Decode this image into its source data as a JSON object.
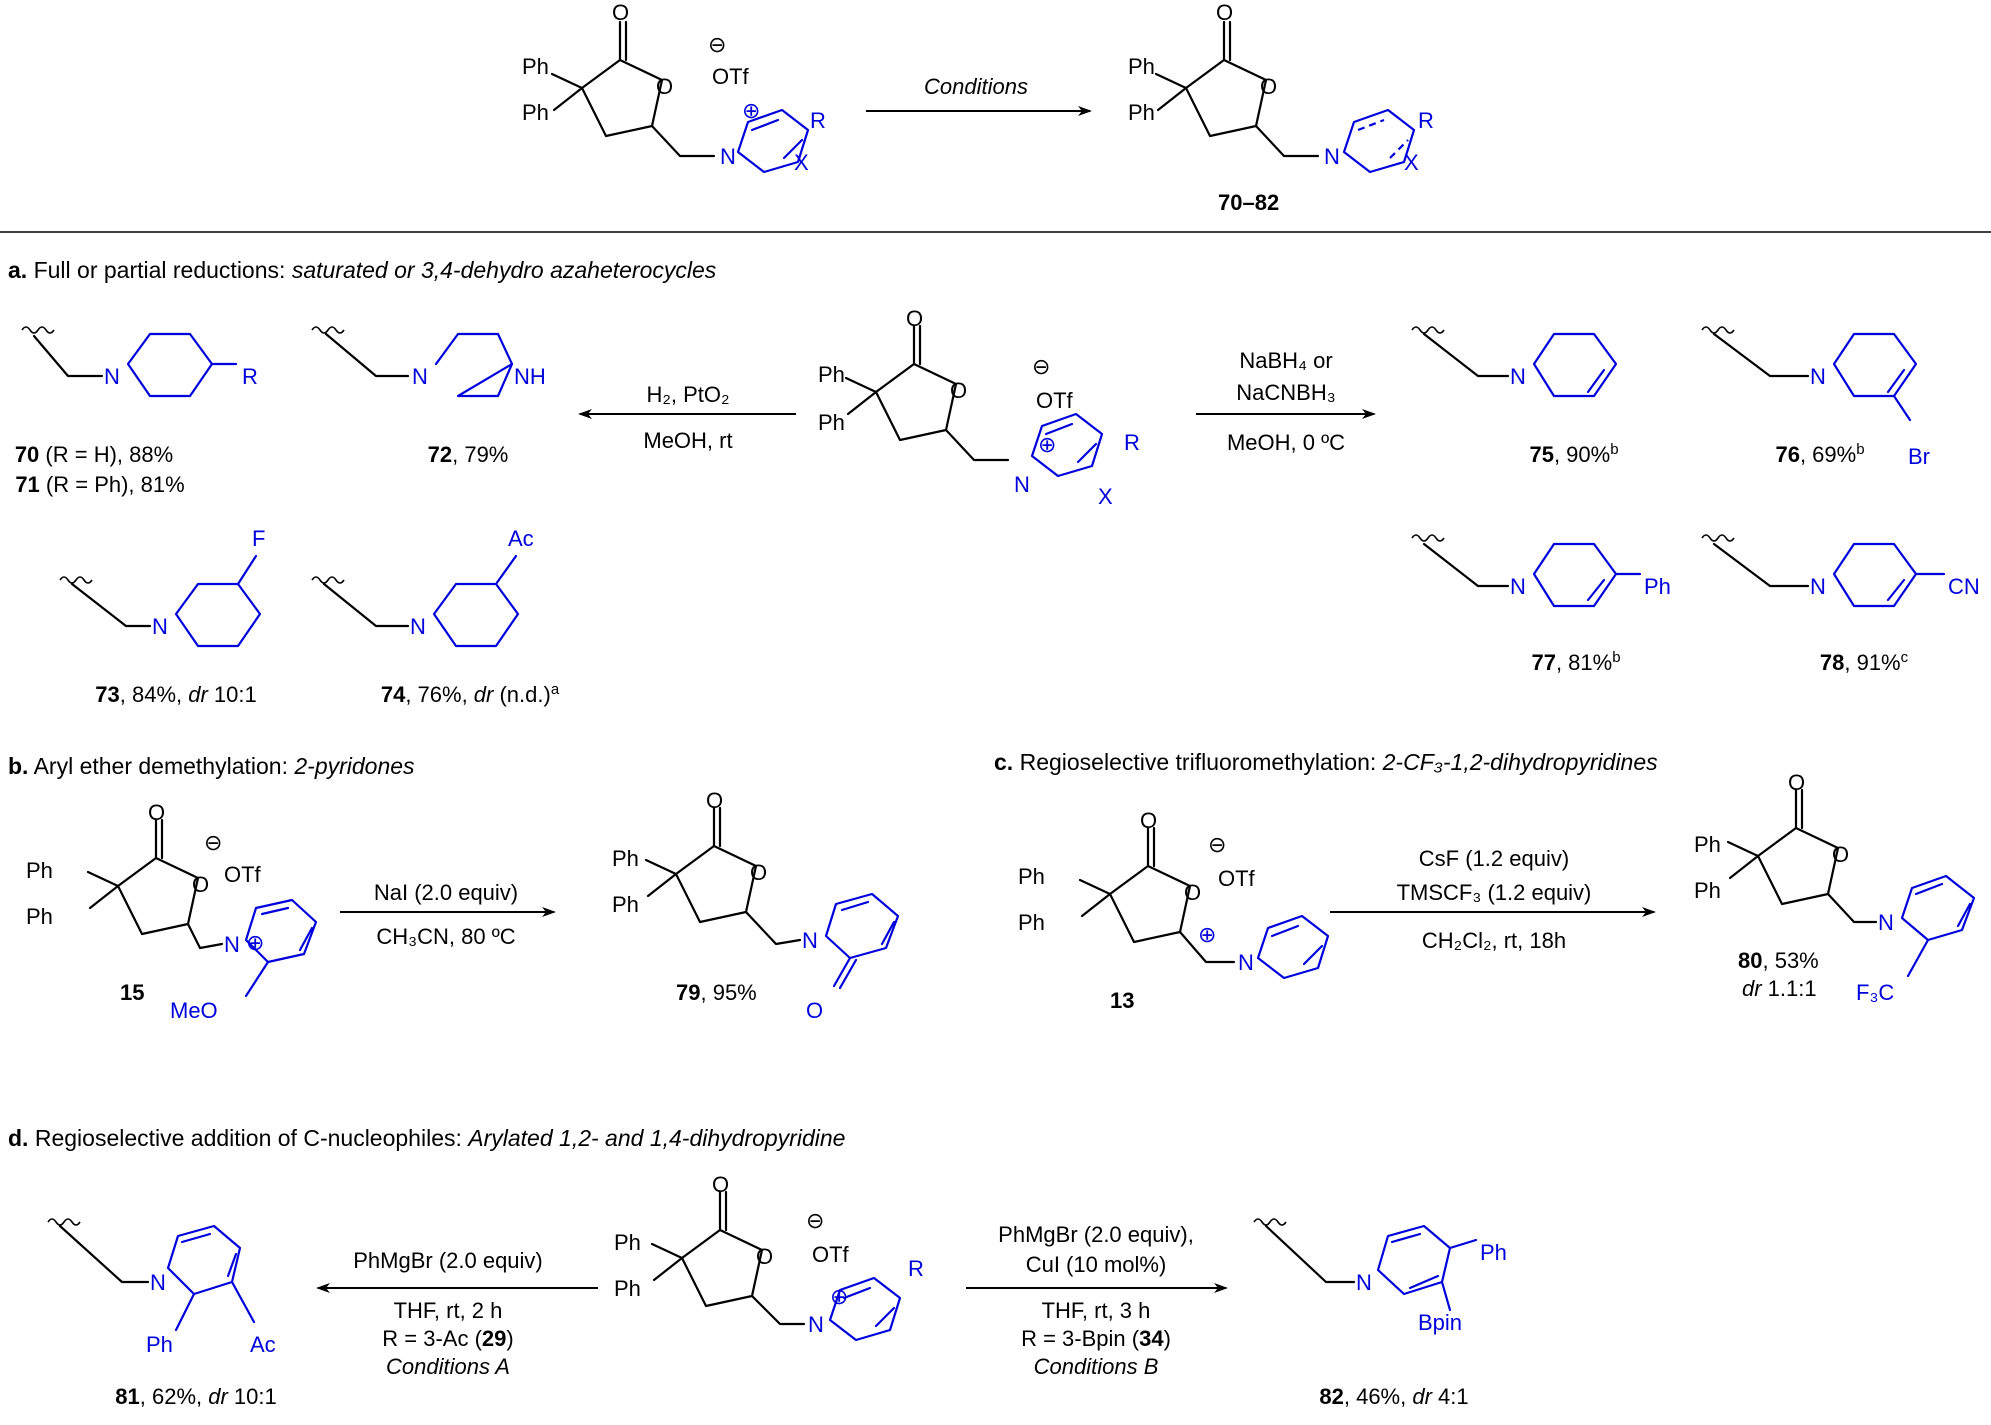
{
  "labels": {
    "O": "O",
    "N": "N",
    "Ph": "Ph",
    "R": "R",
    "X": "X",
    "plus": "⊕",
    "minus": "⊖",
    "OTf": "OTf",
    "NH": "NH",
    "F": "F",
    "Ac": "Ac",
    "Br": "Br",
    "CN": "CN",
    "MeO": "MeO",
    "F3C": "F₃C",
    "Bpin": "Bpin"
  },
  "header": {
    "conditions": "Conditions",
    "product_label": "70–82"
  },
  "section_a": {
    "letter": "a.",
    "title": " Full or partial reductions: ",
    "subtitle": "saturated or 3,4-dehydro azaheterocycles",
    "left_reagents": "H₂, PtO₂",
    "left_conditions": "MeOH, rt",
    "right_reagents_1": "NaBH₄ or",
    "right_reagents_2": "NaCNBH₃",
    "right_conditions": "MeOH, 0 ºC"
  },
  "section_b": {
    "letter": "b.",
    "title": " Aryl ether demethylation: ",
    "subtitle": "2-pyridones",
    "reagents": "NaI (2.0 equiv)",
    "conditions": "CH₃CN, 80 ºC"
  },
  "section_c": {
    "letter": "c.",
    "title": " Regioselective trifluoromethylation: ",
    "subtitle": "2-CF₃-1,2-dihydropyridines",
    "reagents_1": "CsF (1.2 equiv)",
    "reagents_2": "TMSCF₃ (1.2 equiv)",
    "conditions": "CH₂Cl₂, rt, 18h"
  },
  "section_d": {
    "letter": "d.",
    "title": " Regioselective addition of C-nucleophiles: ",
    "subtitle": "Arylated 1,2- and 1,4-dihydropyridine",
    "left_reagents": "PhMgBr (2.0 equiv)",
    "left_conditions": "THF, rt, 2 h",
    "left_substrate": "R = 3-Ac (",
    "left_substrate_id": "29",
    "left_name": "Conditions A",
    "right_reagents_1": "PhMgBr (2.0 equiv),",
    "right_reagents_2": "CuI (10 mol%)",
    "right_conditions": "THF, rt, 3 h",
    "right_substrate": "R = 3-Bpin (",
    "right_substrate_id": "34",
    "right_name": "Conditions B",
    "close_paren": ")"
  },
  "compounds": {
    "c70": {
      "id": "70",
      "text": " (R = H), 88%"
    },
    "c71": {
      "id": "71",
      "text": " (R = Ph), 81%"
    },
    "c72": {
      "id": "72",
      "text": ", 79%"
    },
    "c73": {
      "id": "73",
      "text": ", 84%, ",
      "dr": "dr",
      "dr_val": " 10:1"
    },
    "c74": {
      "id": "74",
      "text": ", 76%, ",
      "dr": "dr",
      "dr_val": " (n.d.)",
      "note": "a"
    },
    "c75": {
      "id": "75",
      "text": ", 90%",
      "note": "b"
    },
    "c76": {
      "id": "76",
      "text": ", 69%",
      "note": "b"
    },
    "c77": {
      "id": "77",
      "text": ", 81%",
      "note": "b"
    },
    "c78": {
      "id": "78",
      "text": ", 91%",
      "note": "c"
    },
    "c15": {
      "id": "15"
    },
    "c79": {
      "id": "79",
      "text": ", 95%"
    },
    "c13": {
      "id": "13"
    },
    "c80": {
      "id": "80",
      "text": ", 53%",
      "dr": "dr",
      "dr_val": " 1.1:1"
    },
    "c81": {
      "id": "81",
      "text": ", 62%, ",
      "dr": "dr",
      "dr_val": " 10:1"
    },
    "c82": {
      "id": "82",
      "text": ", 46%, ",
      "dr": "dr",
      "dr_val": " 4:1"
    }
  }
}
